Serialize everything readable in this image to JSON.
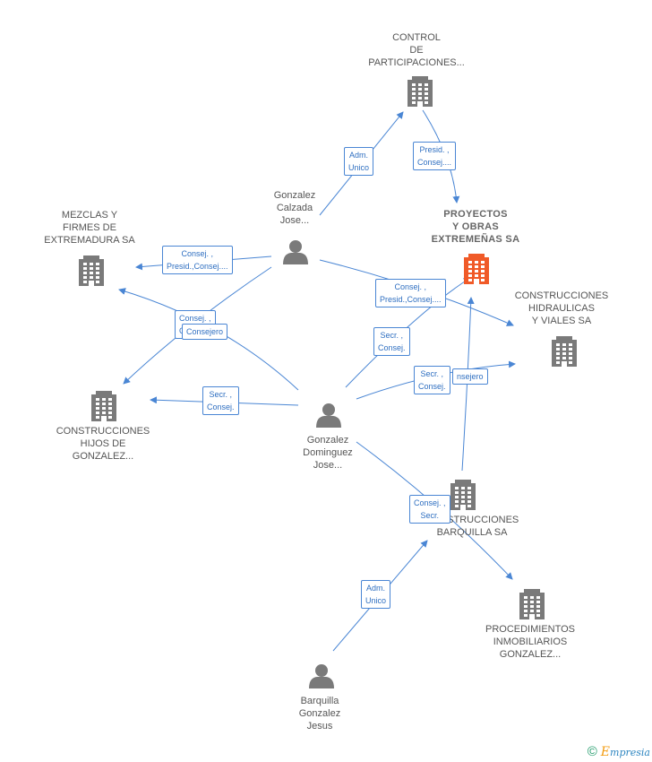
{
  "colors": {
    "edge": "#4a86d4",
    "company_icon": "#7a7a7a",
    "main_company_icon": "#f05a28",
    "person_icon": "#7a7a7a"
  },
  "nodes": {
    "control": {
      "label": [
        "CONTROL",
        "DE",
        "PARTICIPACIONES..."
      ],
      "icon": "building-icon"
    },
    "proyectos": {
      "label": [
        "PROYECTOS",
        "Y OBRAS",
        "EXTREMEÑAS SA"
      ],
      "icon": "building-icon"
    },
    "mezclas": {
      "label": [
        "MEZCLAS Y",
        "FIRMES DE",
        "EXTREMADURA SA"
      ],
      "icon": "building-icon"
    },
    "hidraulicas": {
      "label": [
        "CONSTRUCCIONES",
        "HIDRAULICAS",
        "Y VIALES SA"
      ],
      "icon": "building-icon"
    },
    "hijos": {
      "label": [
        "CONSTRUCCIONES",
        "HIJOS DE",
        "GONZALEZ..."
      ],
      "icon": "building-icon"
    },
    "barquilla_sa": {
      "label": [
        "CONSTRUCCIONES",
        "BARQUILLA SA"
      ],
      "icon": "building-icon"
    },
    "procedimientos": {
      "label": [
        "PROCEDIMIENTOS",
        "INMOBILIARIOS",
        "GONZALEZ..."
      ],
      "icon": "building-icon"
    },
    "calzada": {
      "label": [
        "Gonzalez",
        "Calzada",
        "Jose..."
      ],
      "icon": "person-icon"
    },
    "dominguez": {
      "label": [
        "Gonzalez",
        "Dominguez",
        "Jose..."
      ],
      "icon": "person-icon"
    },
    "jesus": {
      "label": [
        "Barquilla",
        "Gonzalez",
        "Jesus"
      ],
      "icon": "person-icon"
    }
  },
  "edge_labels": {
    "calzada_control": [
      "Adm.",
      "Unico"
    ],
    "control_proyectos": [
      "Presid. ,",
      "Consej...."
    ],
    "calzada_mezclas": [
      "Consej. ,",
      "Presid.,Consej...."
    ],
    "calzada_proyectos": [
      "Consej. ,",
      "Presid.,Consej...."
    ],
    "dominguez_mezclas_a": [
      "Consej. ,",
      "C"
    ],
    "dominguez_mezclas_b": [
      "Consejero"
    ],
    "dominguez_proyectos": [
      "Secr. ,",
      "Consej."
    ],
    "dominguez_hidraulicas_a": [
      "nsejero"
    ],
    "dominguez_hidraulicas_b": [
      "Secr. ,",
      "Consej."
    ],
    "dominguez_hijos": [
      "Secr. ,",
      "Consej."
    ],
    "dominguez_barquilla": [
      "Consej. ,",
      "Secr."
    ],
    "jesus_barquilla": [
      "Adm.",
      "Unico"
    ]
  },
  "brand": {
    "symbol": "©",
    "e": "E",
    "rest": "mpresia"
  }
}
